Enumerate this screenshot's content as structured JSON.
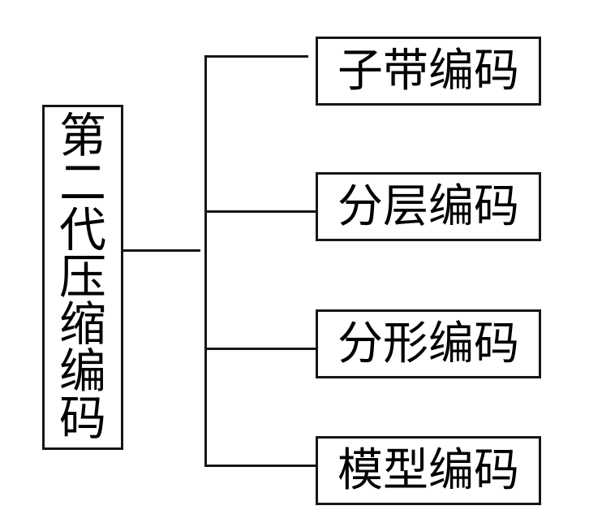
{
  "diagram": {
    "type": "tree",
    "direction": "left-to-right",
    "root": {
      "label": "第二代压缩编码"
    },
    "children": [
      {
        "label": "子带编码"
      },
      {
        "label": "分层编码"
      },
      {
        "label": "分形编码"
      },
      {
        "label": "模型编码"
      }
    ],
    "colors": {
      "background": "#ffffff",
      "line": "#161616",
      "box_border": "#161616",
      "text": "#000000"
    }
  }
}
